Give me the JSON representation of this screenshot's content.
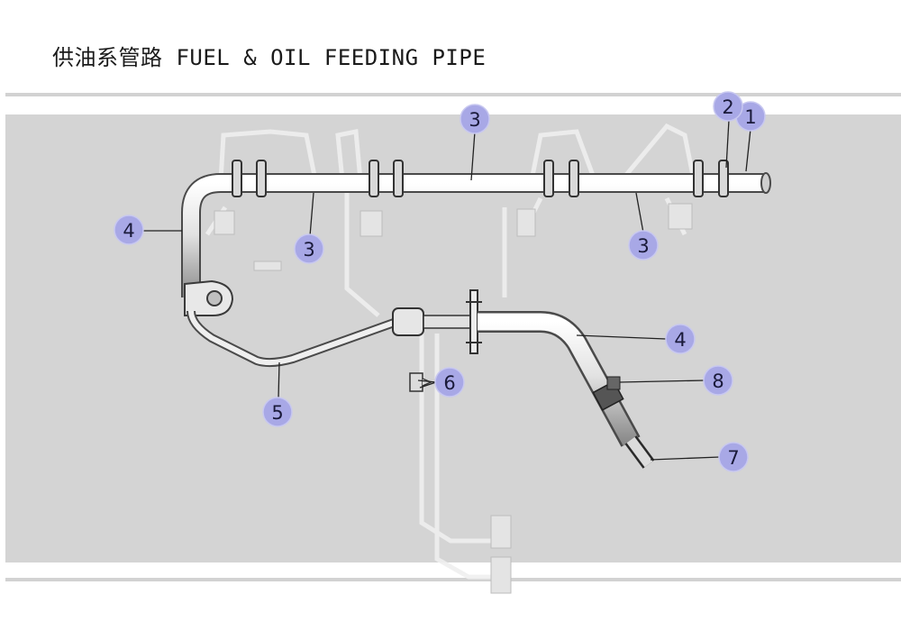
{
  "title": "供油系管路 FUEL & OIL FEEDING PIPE",
  "callouts": [
    {
      "id": "c1",
      "label": "1"
    },
    {
      "id": "c2",
      "label": "2"
    },
    {
      "id": "c3a",
      "label": "3"
    },
    {
      "id": "c3b",
      "label": "3"
    },
    {
      "id": "c3c",
      "label": "3"
    },
    {
      "id": "c4a",
      "label": "4"
    },
    {
      "id": "c4b",
      "label": "4"
    },
    {
      "id": "c5",
      "label": "5"
    },
    {
      "id": "c6",
      "label": "6"
    },
    {
      "id": "c7",
      "label": "7"
    },
    {
      "id": "c8",
      "label": "8"
    }
  ],
  "colors": {
    "background": "#d4d4d4",
    "pipe": "#e6e6e6",
    "pipe_outline": "#4a4a4a",
    "callout_fill": "#a8a8e6"
  }
}
